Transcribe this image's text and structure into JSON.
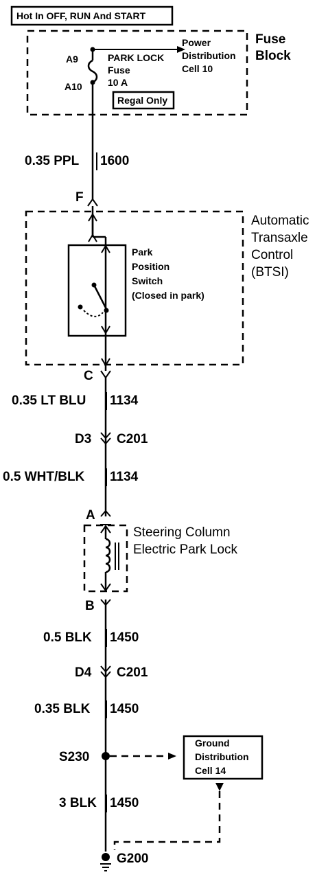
{
  "header": {
    "hot_in": "Hot In OFF, RUN And START"
  },
  "fuse_block": {
    "title_line1": "Fuse",
    "title_line2": "Block",
    "pin_top": "A9",
    "pin_bottom": "A10",
    "fuse_name": "PARK LOCK",
    "fuse_word": "Fuse",
    "fuse_rating": "10 A",
    "power_line1": "Power",
    "power_line2": "Distribution",
    "power_line3": "Cell 10",
    "regal_only": "Regal Only"
  },
  "wires": [
    {
      "gauge_color": "0.35 PPL",
      "circuit": "1600"
    },
    {
      "gauge_color": "0.35 LT BLU",
      "circuit": "1134"
    },
    {
      "gauge_color": "0.5 WHT/BLK",
      "circuit": "1134"
    },
    {
      "gauge_color": "0.5 BLK",
      "circuit": "1450"
    },
    {
      "gauge_color": "0.35 BLK",
      "circuit": "1450"
    },
    {
      "gauge_color": "3 BLK",
      "circuit": "1450"
    }
  ],
  "transaxle": {
    "title_line1": "Automatic",
    "title_line2": "Transaxle",
    "title_line3": "Control",
    "title_line4": "(BTSI)",
    "pin_in": "F",
    "pin_out": "C",
    "switch_line1": "Park",
    "switch_line2": "Position",
    "switch_line3": "Switch",
    "switch_line4": "(Closed in park)"
  },
  "connectors": [
    {
      "pin": "D3",
      "name": "C201"
    },
    {
      "pin": "D4",
      "name": "C201"
    }
  ],
  "park_lock": {
    "title_line1": "Steering Column",
    "title_line2": "Electric Park Lock",
    "pin_in": "A",
    "pin_out": "B"
  },
  "splice": {
    "name": "S230"
  },
  "ground_dist": {
    "line1": "Ground",
    "line2": "Distribution",
    "line3": "Cell 14"
  },
  "ground": {
    "name": "G200"
  }
}
